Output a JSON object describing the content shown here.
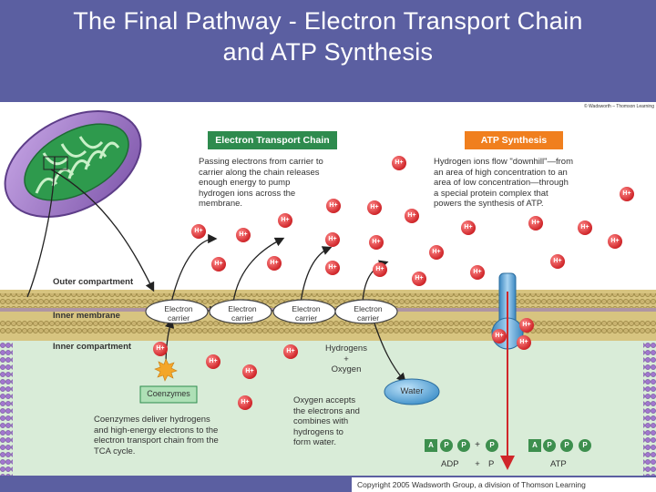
{
  "title": {
    "line1": "The Final Pathway - Electron Transport Chain",
    "line2": "and ATP Synthesis"
  },
  "credit": "© Wadsworth – Thomson Learning",
  "copyright": "Copyright 2005 Wadsworth Group, a division of Thomson Learning",
  "etc": {
    "heading": "Electron Transport Chain",
    "description": "Passing electrons from carrier to\ncarrier along the chain releases\nenough energy to pump\nhydrogen ions across the\nmembrane."
  },
  "atp": {
    "heading": "ATP Synthesis",
    "description": "Hydrogen ions flow \"downhill\"—from\nan area of high concentration to an\narea of low concentration—through\na special protein complex that\npowers the synthesis of ATP."
  },
  "compartments": {
    "outer": "Outer compartment",
    "membrane": "Inner membrane",
    "inner": "Inner compartment"
  },
  "carrier_label": "Electron\ncarrier",
  "hion_label": "H+",
  "coenzymes": {
    "label": "Coenzymes",
    "description": "Coenzymes deliver hydrogens\nand high-energy electrons to the\nelectron transport chain from the\nTCA cycle."
  },
  "oxygen": {
    "inputs": "Hydrogens\n+\nOxygen",
    "water": "Water",
    "description": "Oxygen accepts\nthe electrons and\ncombines with\nhydrogens to\nform water."
  },
  "reaction": {
    "adp": "ADP",
    "plus": "+",
    "p": "P",
    "atp": "ATP",
    "a": "A",
    "colors": {
      "a": "#3d8f4e",
      "p": "#3d8f4e"
    }
  },
  "colors": {
    "slide_bg": "#5b5fa1",
    "etc_box": "#2e8b4e",
    "atp_box": "#f07f1e",
    "outer_fill": "#ffffff",
    "inner_fill": "#d9ecd8",
    "membrane": "#b5a05f",
    "mitochondrion": "#9a72c3"
  }
}
